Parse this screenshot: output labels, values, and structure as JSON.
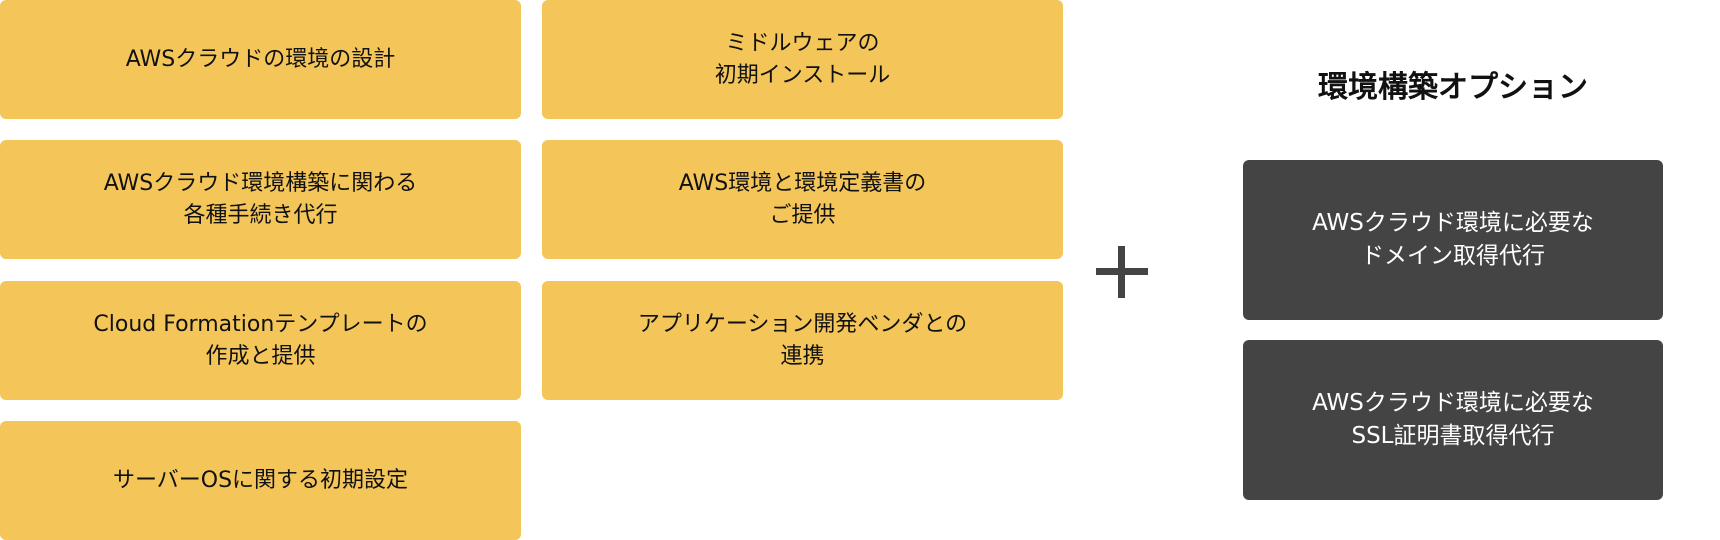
{
  "services": [
    {
      "label": "AWSクラウドの環境の設計"
    },
    {
      "label": "ミドルウェアの\n初期インストール"
    },
    {
      "label": "AWSクラウド環境構築に関わる\n各種手続き代行"
    },
    {
      "label": "AWS環境と環境定義書の\nご提供"
    },
    {
      "label": "Cloud Formationテンプレートの\n作成と提供"
    },
    {
      "label": "アプリケーション開発ベンダとの\n連携"
    },
    {
      "label": "サーバーOSに関する初期設定"
    }
  ],
  "plus_icon": "plus-icon",
  "options": {
    "title": "環境構築オプション",
    "items": [
      {
        "label": "AWSクラウド環境に必要な\nドメイン取得代行"
      },
      {
        "label": "AWSクラウド環境に必要な\nSSL証明書取得代行"
      }
    ]
  },
  "colors": {
    "service_bg": "#f4c65a",
    "option_bg": "#444444"
  }
}
